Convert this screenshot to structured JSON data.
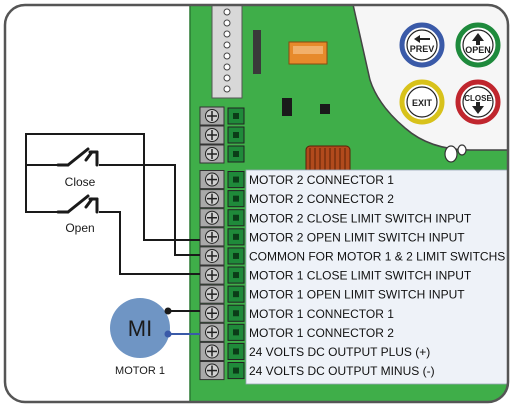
{
  "switches": [
    {
      "label": "Close"
    },
    {
      "label": "Open"
    }
  ],
  "motor": {
    "symbol": "MI",
    "caption": "MOTOR 1",
    "color": "#6F95C4"
  },
  "buttons": [
    {
      "label": "PREV",
      "icon": "arrow-left-icon",
      "ring": "#3A5AA8"
    },
    {
      "label": "OPEN",
      "icon": "arrow-up-icon",
      "ring": "#1E8A3C"
    },
    {
      "label": "EXIT",
      "icon": "none",
      "ring": "#D8C21B"
    },
    {
      "label": "CLOSE",
      "icon": "arrow-down-icon",
      "ring": "#C0262E"
    }
  ],
  "terminals": [
    "MOTOR 2 CONNECTOR 1",
    "MOTOR 2 CONNECTOR  2",
    "MOTOR 2 CLOSE LIMIT SWITCH INPUT",
    "MOTOR 2 OPEN LIMIT SWITCH INPUT",
    "COMMON FOR MOTOR 1 & 2 LIMIT SWITCHS",
    "MOTOR 1 CLOSE LIMIT SWITCH INPUT",
    "MOTOR 1 OPEN LIMIT SWITCH INPUT",
    "MOTOR 1 CONNECTOR 1",
    "MOTOR 1 CONNECTOR  2",
    "24 VOLTS DC OUTPUT PLUS (+)",
    "24 VOLTS DC OUTPUT MINUS (-)"
  ],
  "colors": {
    "board": "#3FAE49",
    "terminal_green": "#1F8A3A",
    "label_bg": "#EEF2F8",
    "wire": "#1a1a1a",
    "motor_wire_2": "#3A5AA8"
  }
}
